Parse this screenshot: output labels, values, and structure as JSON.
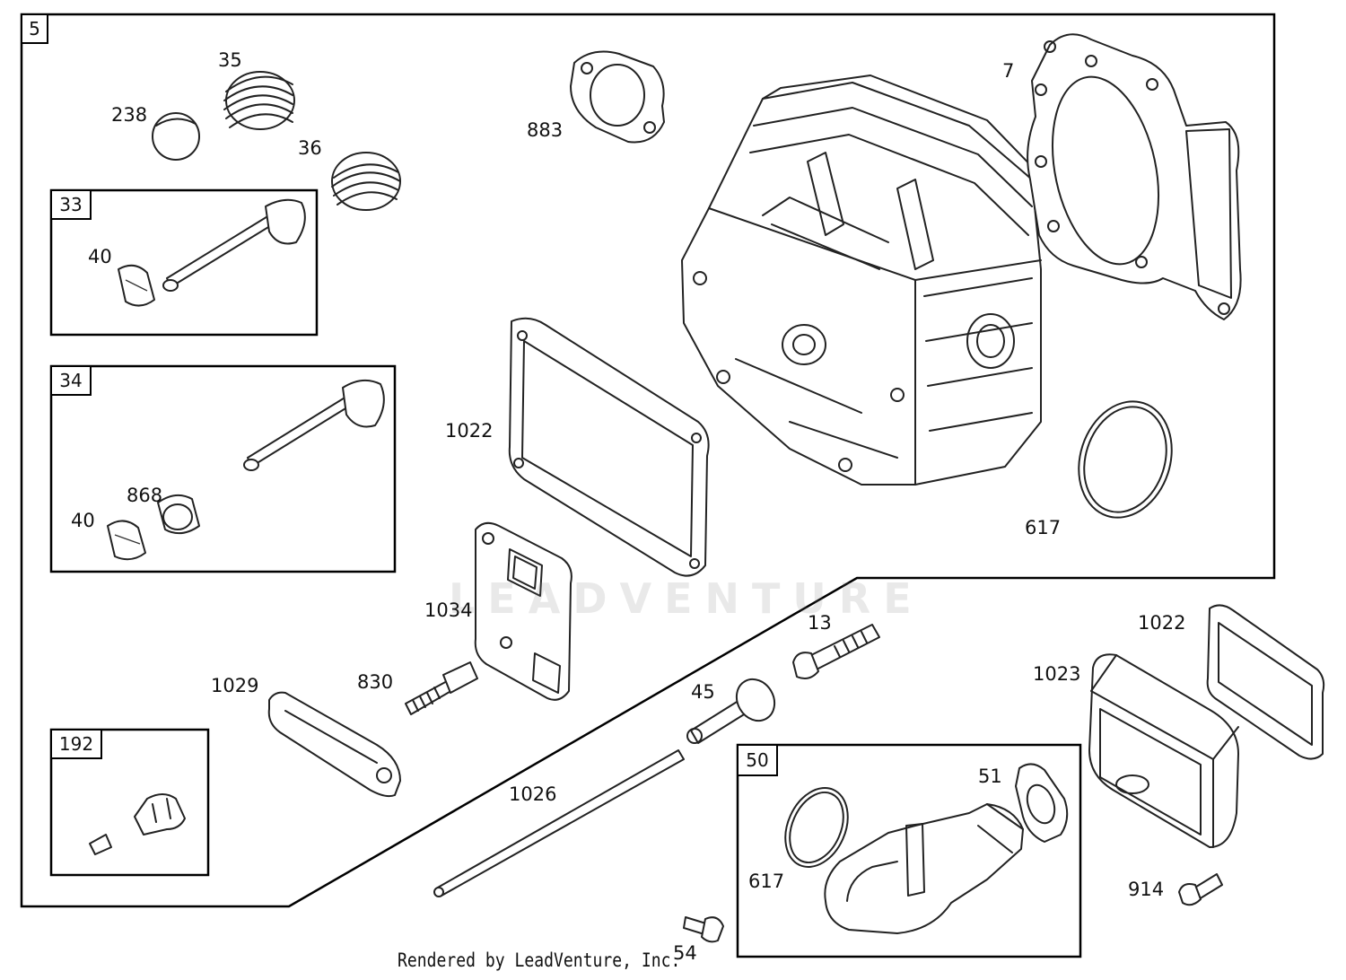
{
  "diagram": {
    "watermark": "LEADVENTURE",
    "credit": "Rendered by LeadVenture, Inc.",
    "group_tags": [
      "5",
      "33",
      "34",
      "192",
      "50"
    ],
    "callouts": [
      "35",
      "238",
      "36",
      "40",
      "40",
      "868",
      "883",
      "7",
      "1022",
      "617",
      "1034",
      "1029",
      "830",
      "13",
      "45",
      "1026",
      "1022",
      "1023",
      "51",
      "617",
      "914",
      "54"
    ]
  }
}
